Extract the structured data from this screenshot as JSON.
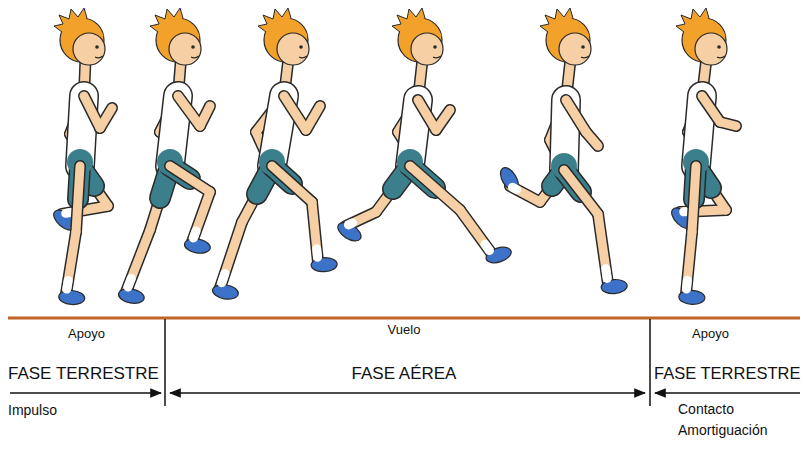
{
  "diagram": {
    "labels": [
      "Apoyo",
      "FASE TERRESTRE",
      "Impulso",
      "Vuelo",
      "FASE AÉREA",
      "Apoyo",
      "FASE TERRESTRE",
      "Contacto",
      "Amortiguación"
    ]
  }
}
